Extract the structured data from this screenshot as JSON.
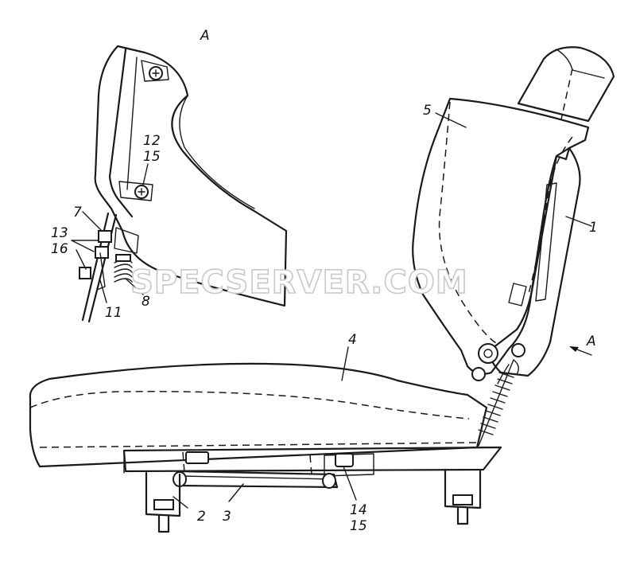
{
  "view_label": "A",
  "arrow_label": "A",
  "watermark": "SPECSERVER.COM",
  "labels": {
    "l1": "1",
    "l2": "2",
    "l3": "3",
    "l4": "4",
    "l5": "5",
    "l7": "7",
    "l8": "8",
    "l11": "11",
    "l12": "12",
    "l15a": "15",
    "l13": "13",
    "l16": "16",
    "l14": "14",
    "l15b": "15"
  }
}
